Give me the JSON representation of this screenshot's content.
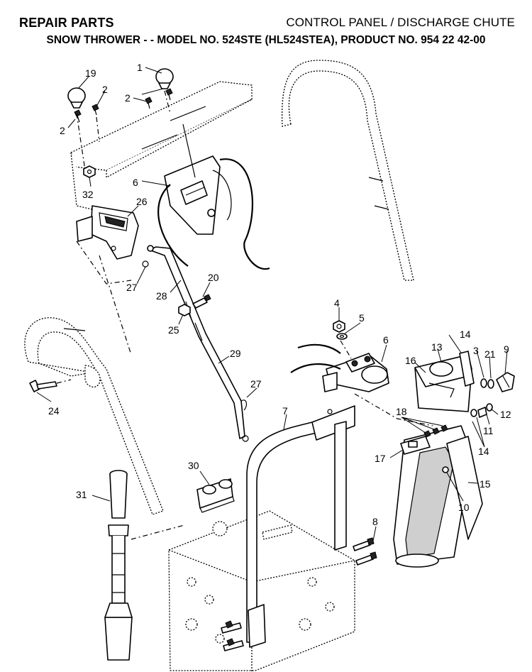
{
  "header": {
    "left_title": "REPAIR PARTS",
    "right_title": "CONTROL PANEL / DISCHARGE CHUTE",
    "subtitle": "SNOW THROWER - - MODEL NO. 524STE (HL524STEA), PRODUCT NO. 954 22 42-00"
  },
  "callouts": {
    "c1": "1",
    "c2a": "2",
    "c2b": "2",
    "c2c": "2",
    "c3": "3",
    "c4": "4",
    "c5": "5",
    "c6a": "6",
    "c6b": "6",
    "c7": "7",
    "c8": "8",
    "c9": "9",
    "c10": "10",
    "c11": "11",
    "c12": "12",
    "c13": "13",
    "c14a": "14",
    "c14b": "14",
    "c15": "15",
    "c16": "16",
    "c17": "17",
    "c18": "18",
    "c19": "19",
    "c20": "20",
    "c21": "21",
    "c24": "24",
    "c25": "25",
    "c26": "26",
    "c27a": "27",
    "c27b": "27",
    "c28": "28",
    "c29": "29",
    "c30": "30",
    "c31": "31",
    "c32": "32"
  }
}
